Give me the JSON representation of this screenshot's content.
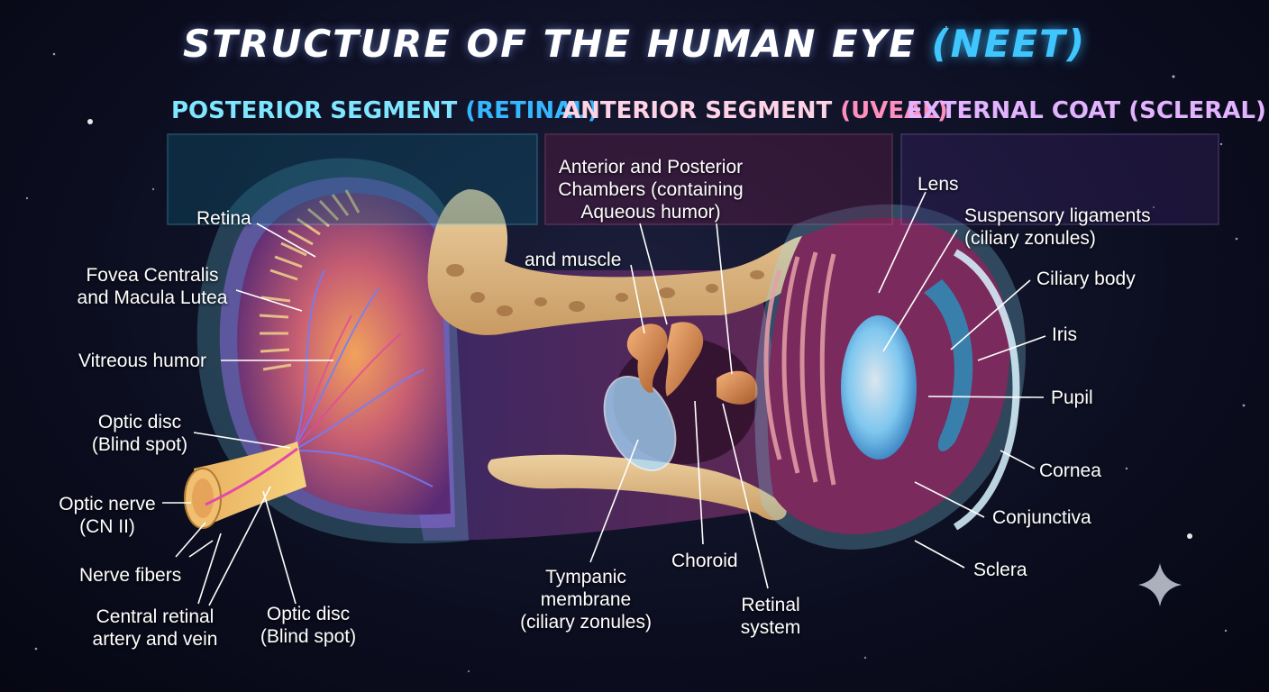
{
  "title": {
    "main": "STRUCTURE OF THE HUMAN EYE",
    "accent": "(NEET)"
  },
  "segments": [
    {
      "name": "POSTERIOR SEGMENT",
      "qualifier": "(RETINAL)",
      "color": "#7fe6ff",
      "accent": "#35b8ff"
    },
    {
      "name": "ANTERIOR SEGMENT",
      "qualifier": "(UVEAL)",
      "color": "#ffd3e6",
      "accent": "#ff8fbe"
    },
    {
      "name": "EXTERNAL COAT",
      "qualifier": "(SCLERAL)",
      "color": "#e3b3ff",
      "accent": "#e3b3ff"
    }
  ],
  "labels": {
    "retina": "Retina",
    "fovea": [
      "Fovea Centralis",
      "and Macula Lutea"
    ],
    "vitreous": "Vitreous humor",
    "optic_disc_left": [
      "Optic disc",
      "(Blind spot)"
    ],
    "optic_nerve": [
      "Optic nerve",
      "(CN II)"
    ],
    "nerve_fibers": "Nerve fibers",
    "central_artery": [
      "Central retinal",
      "artery and vein"
    ],
    "optic_disc_bottom": [
      "Optic disc",
      "(Blind spot)"
    ],
    "chambers": [
      "Anterior and Posterior",
      "Chambers (containing",
      "Aqueous humor)"
    ],
    "muscle": "and muscle",
    "tympanic": [
      "Tympanic",
      "membrane",
      "(ciliary zonules)"
    ],
    "choroid": "Choroid",
    "retinal_system": [
      "Retinal",
      "system"
    ],
    "lens": "Lens",
    "suspensory": [
      "Suspensory ligaments",
      "(ciliary zonules)"
    ],
    "ciliary_body": "Ciliary body",
    "iris": "Iris",
    "pupil": "Pupil",
    "cornea": "Cornea",
    "conjunctiva": "Conjunctiva",
    "sclera": "Sclera"
  }
}
